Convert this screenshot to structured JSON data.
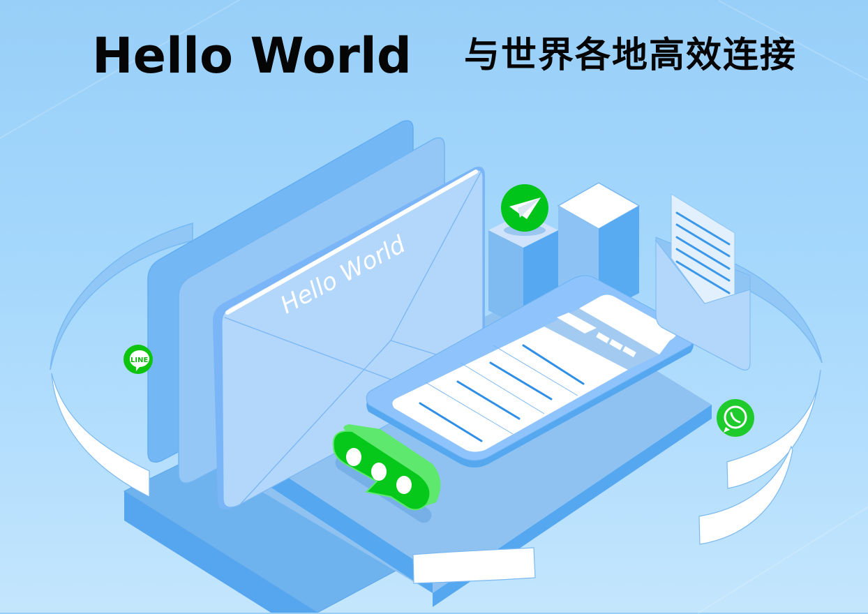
{
  "banner": {
    "title": "Hello World",
    "subtitle": "与世界各地高效连接"
  },
  "illustration": {
    "envelope_text": "Hello World",
    "icons": [
      {
        "name": "line-icon",
        "label": "LINE",
        "color": "#0fc40f"
      },
      {
        "name": "paper-plane-icon",
        "label": "",
        "color": "#00c41a"
      },
      {
        "name": "whatsapp-icon",
        "label": "",
        "color": "#1fcb2c"
      },
      {
        "name": "chat-bubble-icon",
        "label": "",
        "color": "#05c81a"
      }
    ]
  },
  "colors": {
    "background": "#a6d8fc",
    "accent_blue": "#55a8f0",
    "accent_green": "#05c81a",
    "text": "#050505"
  }
}
